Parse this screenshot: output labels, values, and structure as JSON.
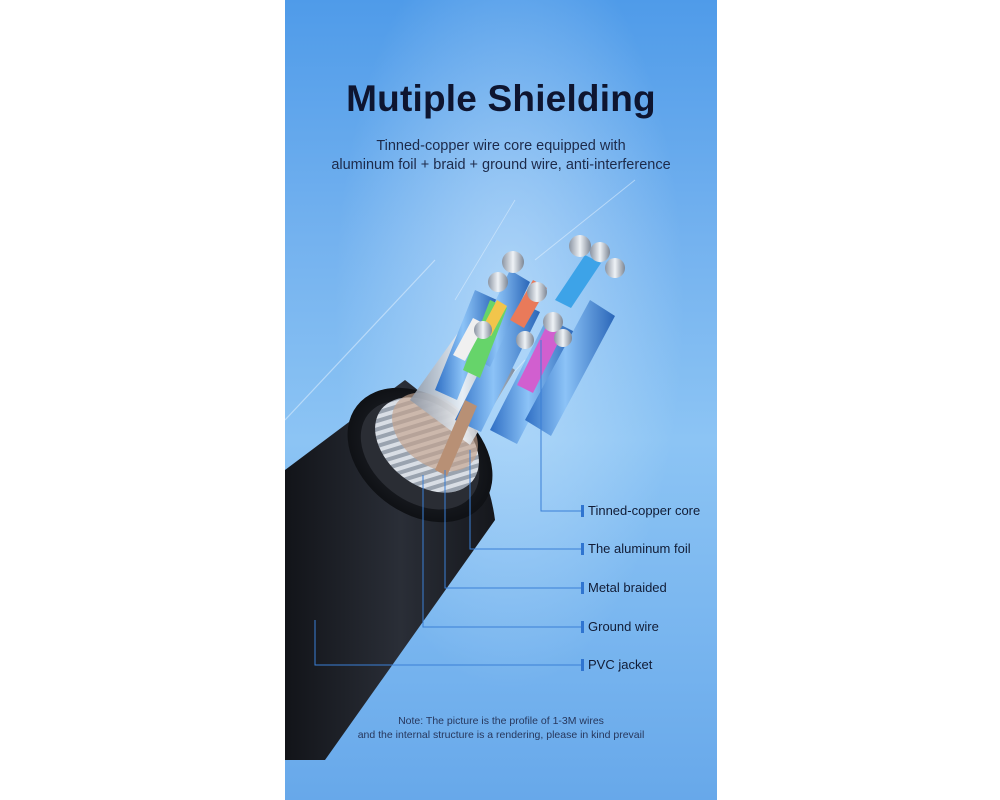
{
  "header": {
    "title": "Mutiple Shielding",
    "subtitle_line1": "Tinned-copper wire core equipped with",
    "subtitle_line2": "aluminum foil + braid + ground wire, anti-interference"
  },
  "callouts": [
    {
      "label": "Tinned-copper core"
    },
    {
      "label": "The aluminum foil"
    },
    {
      "label": "Metal braided"
    },
    {
      "label": "Ground wire"
    },
    {
      "label": "PVC jacket"
    }
  ],
  "footer": {
    "note_line1": "Note: The picture is the profile of 1-3M wires",
    "note_line2": "and the internal structure is a rendering, please in kind prevail"
  },
  "colors": {
    "background_top": "#4f9be9",
    "background_mid": "#8cc4f4",
    "title": "#0e1530",
    "jacket": "#1c1f26",
    "wire_blue": "#3f86d8",
    "callout_line": "#3a7fd6"
  }
}
